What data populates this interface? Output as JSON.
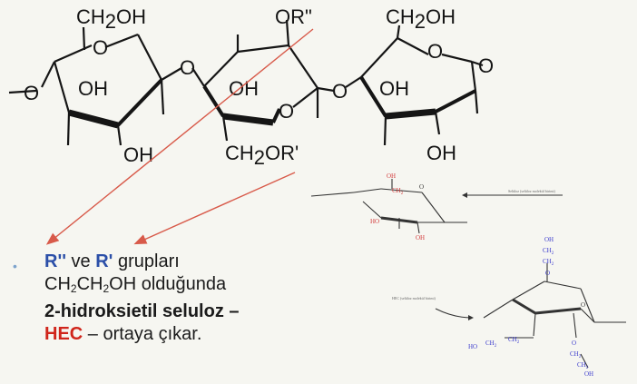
{
  "colors": {
    "background": "#f6f6f1",
    "ink": "#151515",
    "arrow": "#d85a4a",
    "blue": "#2b4fa8",
    "red": "#d0251b",
    "small_red": "#d23a3a",
    "small_blue": "#3a3acd"
  },
  "main_structure": {
    "top_left": "CH",
    "top_left_sub": "2",
    "top_left_tail": "OH",
    "top_mid": "OR\"",
    "top_right": "CH",
    "top_right_sub": "2",
    "top_right_tail": "OH",
    "oh_left": "OH",
    "oh_mid": "OH",
    "oh_right": "OH",
    "oh_bottom_left": "OH",
    "oh_bottom_right": "OH",
    "bottom_mid": "CH",
    "bottom_mid_sub": "2",
    "bottom_mid_tail": "OR'",
    "ring_o": "O",
    "bridge_o": "O"
  },
  "small_structure_1": {
    "top": "OH",
    "ch2": "CH",
    "ch2_sub": "2",
    "ho": "HO",
    "oh": "OH",
    "o": "O",
    "caption": "Selüloz (selüloz molekül birimi)"
  },
  "small_structure_2": {
    "oh": "OH",
    "ch2": "CH",
    "ch2_sub": "2",
    "o": "O",
    "ho": "HO",
    "caption": "HEC (selüloz molekül birimi)"
  },
  "bullet": {
    "marker": "•",
    "r2": "R''",
    "ve": " ve ",
    "r1": "R'",
    "rest1": " grupları",
    "line2_a": "CH",
    "line2_s1": "2",
    "line2_b": "CH",
    "line2_s2": "2",
    "line2_c": "OH olduğunda",
    "line3": "2-hidroksietil seluloz –",
    "hec": "HEC",
    "line4_rest": " – ortaya çıkar."
  }
}
